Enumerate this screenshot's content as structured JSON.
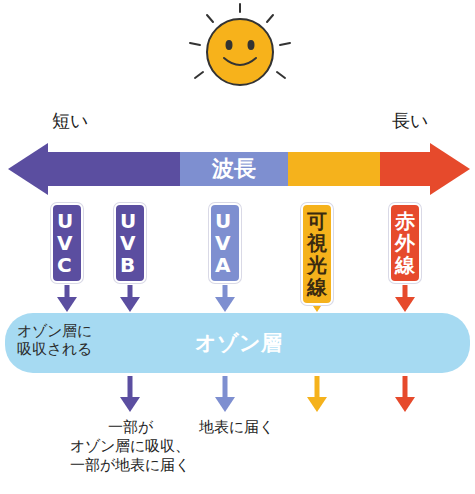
{
  "diagram": {
    "nodes": [
      {
        "text": [
          "波長"
        ]
      },
      {
        "text": [
          "UVC"
        ]
      },
      {
        "text": [
          "UVB"
        ]
      },
      {
        "text": [
          "UVA"
        ]
      },
      {
        "text": [
          "可視光線"
        ]
      },
      {
        "text": [
          "赤外線"
        ]
      },
      {
        "text": [
          "オゾン層に 吸収される",
          "オゾン層"
        ]
      }
    ],
    "edges": [
      {
        "from": 1,
        "to": 6,
        "arrow": "to"
      },
      {
        "from": 2,
        "to": 6,
        "arrow": "to"
      },
      {
        "from": 3,
        "to": 6,
        "arrow": "to"
      },
      {
        "from": 4,
        "to": 6,
        "arrow": "to"
      },
      {
        "from": 5,
        "to": 6,
        "arrow": "to"
      }
    ],
    "labels": [
      "短い",
      "長い",
      "一部が オゾン層に吸収、 一部が地表に届く",
      "地表に届く"
    ]
  }
}
